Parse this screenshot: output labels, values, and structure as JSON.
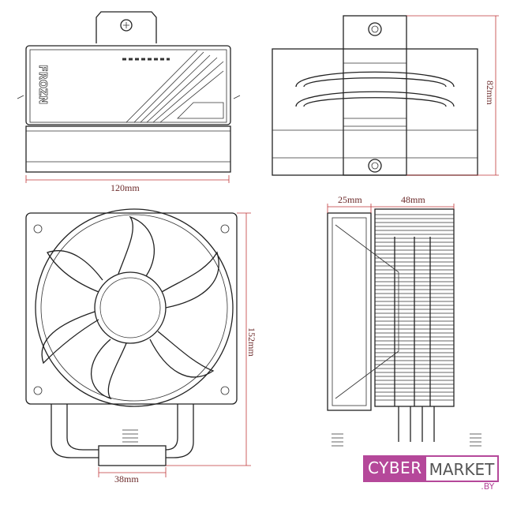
{
  "brand_mark": "FROZN",
  "dimensions": {
    "width": "120mm",
    "height_top": "82mm",
    "total_height": "152mm",
    "fan_depth": "25mm",
    "heatsink_depth": "48mm",
    "base_width": "38mm"
  },
  "watermark": {
    "part1": "CYBER",
    "part2": "MARKET",
    "suffix": ".BY",
    "color": "#b5489a"
  },
  "colors": {
    "line": "#222222",
    "dimension": "#c0393b"
  }
}
